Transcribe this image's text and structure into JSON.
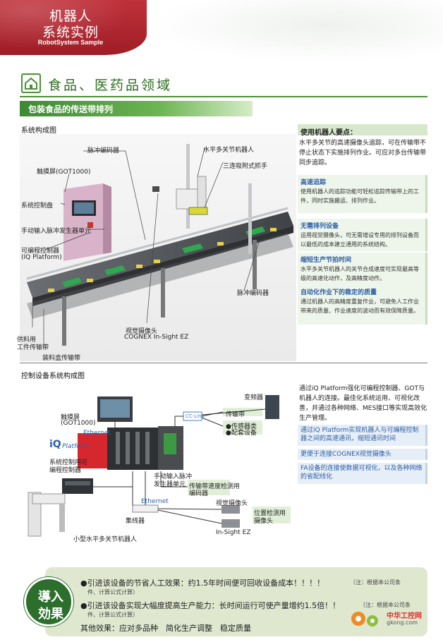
{
  "header": {
    "title_line1": "机器人",
    "title_line2": "系统实例",
    "subtitle_en": "RobotSystem Sample"
  },
  "section": {
    "title": "食品、医药品领域",
    "subtitle": "包装食品的传送带排列"
  },
  "diagram1": {
    "heading": "系统构成图",
    "labels": {
      "pulse_encoder_top": "脉冲编码器",
      "touch_screen": "触摸屏(GOT1000)",
      "control_panel": "系统控制盘",
      "manual_pulse": "手动输入脉冲发生器单元",
      "plc": "可编程控制器",
      "iq_platform": "(IQ Platform)",
      "feed_conveyor_1": "供料用",
      "feed_conveyor_2": "工件传输带",
      "discharge_conveyor": "装料盒传输带",
      "camera": "视觉摄像头",
      "cognex": "COGNEX In-Sight EZ",
      "scara": "水平多关节机器人",
      "gripper": "三连吸附式抓手",
      "pulse_encoder_right": "脉冲编码器"
    }
  },
  "key_points": {
    "heading": "使用机器人要点：",
    "intro": "水平多关节的高速摄像头追踪，可在传输带不停止状态下实施排列作业。可应对多台传输带同步追踪。",
    "items": [
      {
        "title": "高速追踪",
        "text": "使用机器人的追踪功能可轻松追踪传输带上的工件，同时实施搬运、排列作业。"
      },
      {
        "title": "无需排列设备",
        "text": "运用视觉摄像头，可无需增设专用的排列设备而以最低的成本建立通用的系统结构。"
      },
      {
        "title": "缩短生产节拍时间",
        "text": "水平多关节机器人的关节合成速度可实现最高等级的高速化动作，及高精度动作。"
      },
      {
        "title": "自动化作业下的稳定的质量",
        "text": "通过机器人的高精度重复作业，可避免人工作业带来的质量、作业速度的波动而有效保障质量。"
      }
    ]
  },
  "diagram2": {
    "heading": "控制设备系统构成图",
    "labels": {
      "touch_screen": "触摸屏",
      "got": "(GOT1000)",
      "ethernet_top": "Ethernet",
      "iq_logo": "iQ",
      "iq_platform": "Platform",
      "sys_ctrl_1": "系统控制用可",
      "sys_ctrl_2": "编程控制器",
      "inverter": "变频器",
      "cclink": "CC-Link",
      "conveyor": "传输带",
      "sensor": "●传感器类",
      "distribution": "●配套设备",
      "manual_pulse_1": "手动输入脉冲",
      "manual_pulse_2": "发生器单元",
      "conveyor_enc_1": "传输带速度检测用",
      "conveyor_enc_2": "编码器",
      "ethernet_bottom": "Ethernet",
      "hub": "集线器",
      "camera": "视觉摄像头",
      "pos_cam_1": "位置检测用",
      "pos_cam_2": "摄像头",
      "insight": "In-Sight EZ",
      "scara": "小型水平多关节机器人"
    }
  },
  "ctrl_points": {
    "intro": "通过iQ Platform强化可编程控制器、GOT与机器人的连接。最佳化系统运用、可视化改善，并通过各种网络、MES接口等实现高效化生产管理。",
    "items": [
      "通过iQ Platform实现机器人与可编程控制器之间的高速通讯，缩短通讯时间",
      "更便于连接COGNEX视觉摄像头",
      "FA设备的连接使数据可视化，以及各种网络的省配线化"
    ]
  },
  "effect": {
    "badge_line1": "導入",
    "badge_line2": "効果",
    "line1": "●引进该设备的节省人工效果：约1.5年时间便可回收设备成本！！！！",
    "line1_note": "（注：根据本公司条",
    "line1_note2": "件、计算公式计算）",
    "line2": "●引进该设备实现大幅度提高生产能力：长时间运行可使产量增约1.5倍！！",
    "line2_note": "（注：根据本公司条",
    "line2_note2": "件、计算公式计算）",
    "line3": "其他效果：应对多品种　简化生产调整　稳定质量"
  },
  "watermark": {
    "line1": "中华工控网",
    "line2": "gkong.com"
  },
  "colors": {
    "banner_red": "#b0262f",
    "green": "#4d8f37",
    "blue_text": "#2d5fa5"
  }
}
